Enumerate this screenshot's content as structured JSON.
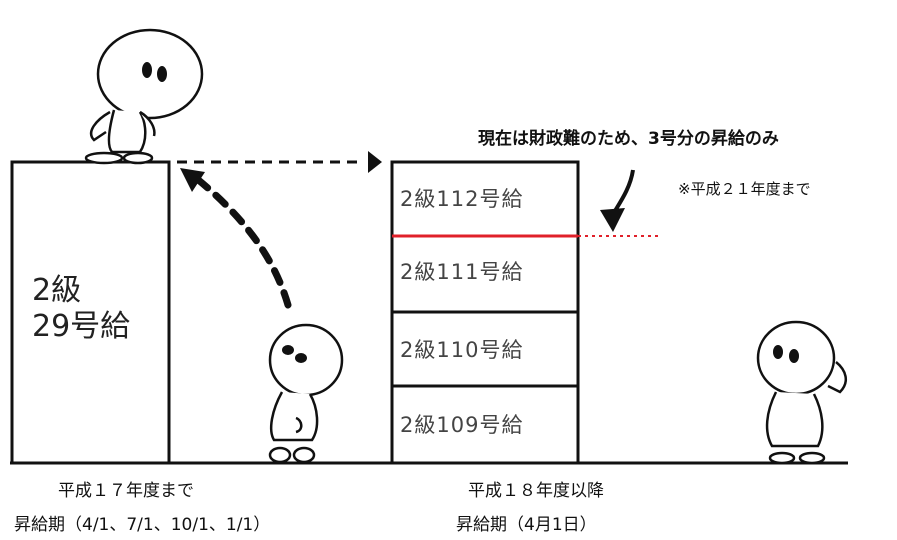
{
  "left_block": {
    "line1": "2級",
    "line2": "29号給"
  },
  "steps": [
    "2級112号給",
    "2級111号給",
    "2級110号給",
    "2級109号給"
  ],
  "note_title": "現在は財政難のため、3号分の昇給のみ",
  "note_sub": "※平成２１年度まで",
  "caption_left_period": "平成１７年度まで",
  "caption_left_dates": "昇給期（4/1、7/1、10/1、1/1）",
  "caption_right_period": "平成１８年度以降",
  "caption_right_dates": "昇給期（4月1日）",
  "colors": {
    "line": "#111111",
    "cap_line": "#e0202a"
  }
}
